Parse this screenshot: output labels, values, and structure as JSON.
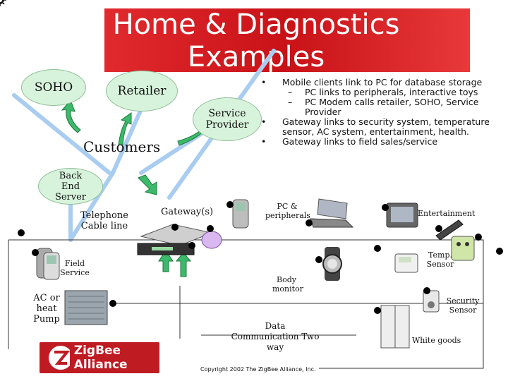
{
  "title": {
    "line1": "Home & Diagnostics",
    "line2": "Examples"
  },
  "nodes": {
    "soho": "SOHO",
    "retailer": "Retailer",
    "service_provider": "Service Provider",
    "customers": "Customers",
    "back_end_server": "Back End Server",
    "telephone_cable": "Telephone Cable line",
    "gateway": "Gateway(s)",
    "field_service": "Field Service",
    "ac_heat_pump": "AC or heat Pump",
    "pc_peripherals": "PC & peripherals",
    "entertainment": "Entertainment",
    "temp_sensor": "Temp. Sensor",
    "body_monitor": "Body monitor",
    "security_sensor": "Security Sensor",
    "data_communication": "Data Communication Two way",
    "white_goods": "White goods"
  },
  "bullets": [
    {
      "text": "Mobile clients link to PC for database storage",
      "sub": [
        "PC links to peripherals, interactive toys",
        "PC Modem calls retailer, SOHO, Service Provider"
      ]
    },
    {
      "text": "Gateway links to security system, temperature sensor, AC system, entertainment, health.",
      "sub": []
    },
    {
      "text": "Gateway links to field sales/service",
      "sub": []
    }
  ],
  "bullet_marker": "•",
  "dash_marker": "–",
  "logo": {
    "text": "ZigBee Alliance",
    "color": "#bf1b22"
  },
  "copyright": "Copyright 2002 The ZigBee Alliance, Inc.",
  "colors": {
    "title_band": "#d7191f",
    "link_line": "#a9cdf0",
    "arrow": "#3cb96b",
    "ellipse": "#d8f3dc"
  },
  "icons": [
    "zigbee-node-icon",
    "handheld-device-icon",
    "settop-box-icon",
    "laptop-icon",
    "tv-icon",
    "remote-icon",
    "thermostat-icon",
    "watch-icon",
    "security-camera-icon",
    "refrigerator-icon",
    "air-conditioner-icon"
  ]
}
